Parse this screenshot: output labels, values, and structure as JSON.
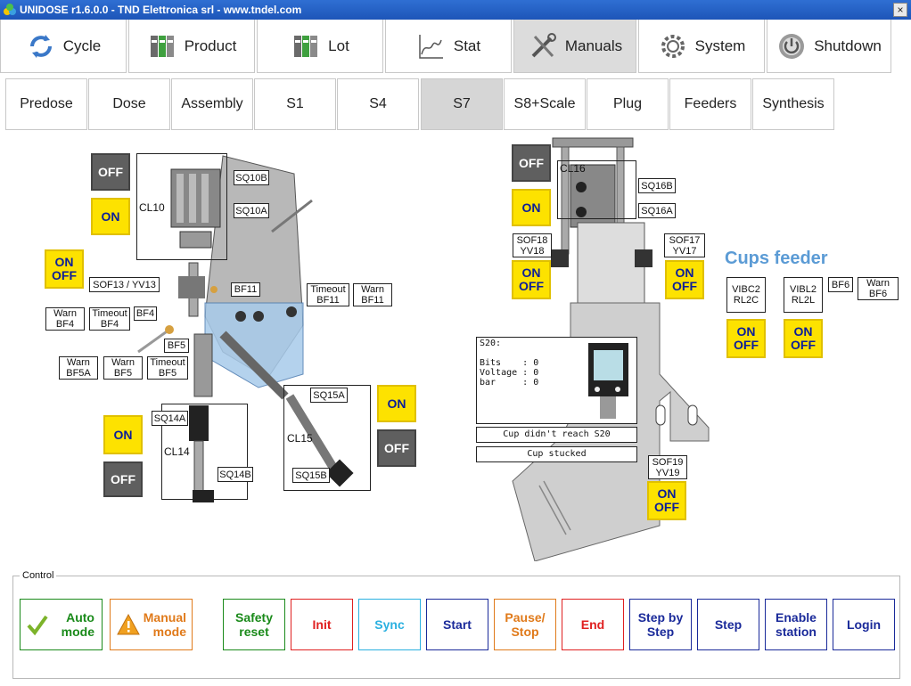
{
  "window": {
    "title": "UNIDOSE r1.6.0.0  -  TND Elettronica srl  -  www.tndel.com",
    "close_label": "×"
  },
  "main_nav": [
    {
      "label": "Cycle",
      "icon": "cycle-arrows-icon",
      "active": false
    },
    {
      "label": "Product",
      "icon": "product-binders-icon",
      "active": false
    },
    {
      "label": "Lot",
      "icon": "lot-binders-icon",
      "active": false
    },
    {
      "label": "Stat",
      "icon": "stat-chart-icon",
      "active": false
    },
    {
      "label": "Manuals",
      "icon": "manuals-tools-icon",
      "active": true
    },
    {
      "label": "System",
      "icon": "system-gear-icon",
      "active": false
    },
    {
      "label": "Shutdown",
      "icon": "shutdown-power-icon",
      "active": false
    }
  ],
  "sub_nav": [
    {
      "label": "Predose",
      "active": false
    },
    {
      "label": "Dose",
      "active": false
    },
    {
      "label": "Assembly",
      "active": false
    },
    {
      "label": "S1",
      "active": false
    },
    {
      "label": "S4",
      "active": false
    },
    {
      "label": "S7",
      "active": true
    },
    {
      "label": "S8+Scale",
      "active": false
    },
    {
      "label": "Plug",
      "active": false
    },
    {
      "label": "Feeders",
      "active": false
    },
    {
      "label": "Synthesis",
      "active": false
    }
  ],
  "left": {
    "cl10": {
      "label": "CL10",
      "off": "OFF",
      "on": "ON",
      "sq_b": "SQ10B",
      "sq_a": "SQ10A"
    },
    "sof13": {
      "label": "SOF13 / YV13",
      "on": "ON",
      "off": "OFF"
    },
    "bf11": {
      "label": "BF11",
      "timeout": "Timeout\nBF11",
      "warn": "Warn\nBF11"
    },
    "bf4": {
      "label": "BF4",
      "timeout": "Timeout\nBF4",
      "warn": "Warn\nBF4"
    },
    "bf5": {
      "label": "BF5",
      "timeout": "Timeout\nBF5",
      "warn": "Warn\nBF5",
      "warn_a": "Warn\nBF5A"
    },
    "cl14": {
      "label": "CL14",
      "on": "ON",
      "off": "OFF",
      "sq_a": "SQ14A",
      "sq_b": "SQ14B"
    },
    "cl15": {
      "label": "CL15",
      "on": "ON",
      "off": "OFF",
      "sq_a": "SQ15A",
      "sq_b": "SQ15B"
    }
  },
  "center": {
    "cl16": {
      "label": "CL16",
      "off": "OFF",
      "on": "ON",
      "sq_b": "SQ16B",
      "sq_a": "SQ16A"
    },
    "sof18": {
      "label": "SOF18\nYV18",
      "on": "ON",
      "off": "OFF"
    },
    "sof17": {
      "label": "SOF17\nYV17",
      "on": "ON",
      "off": "OFF"
    },
    "sof19": {
      "label": "SOF19\nYV19",
      "on": "ON",
      "off": "OFF"
    },
    "s20": {
      "title": "S20:",
      "rows": [
        "Bits    : 0",
        "Voltage : 0",
        "bar     : 0"
      ]
    },
    "msg_reach": "Cup didn't reach S20",
    "msg_stuck": "Cup stucked"
  },
  "cups": {
    "title": "Cups feeder",
    "vibc2": {
      "label": "VIBC2\nRL2C",
      "on": "ON",
      "off": "OFF"
    },
    "vibl2": {
      "label": "VIBL2\nRL2L",
      "on": "ON",
      "off": "OFF"
    },
    "bf6": "BF6",
    "warn_bf6": "Warn\nBF6"
  },
  "control": {
    "label": "Control",
    "buttons": [
      {
        "label": "Auto\nmode",
        "color": "#1a8a1a"
      },
      {
        "label": "Manual\nmode",
        "color": "#e07a1a"
      },
      {
        "label": "Safety\nreset",
        "color": "#1a8a1a"
      },
      {
        "label": "Init",
        "color": "#e02020"
      },
      {
        "label": "Sync",
        "color": "#2ab0e0"
      },
      {
        "label": "Start",
        "color": "#1a2a9a"
      },
      {
        "label": "Pause/\nStop",
        "color": "#e07a1a"
      },
      {
        "label": "End",
        "color": "#e02020"
      },
      {
        "label": "Step by\nStep",
        "color": "#1a2a9a"
      },
      {
        "label": "Step",
        "color": "#1a2a9a"
      },
      {
        "label": "Enable\nstation",
        "color": "#1a2a9a"
      },
      {
        "label": "Login",
        "color": "#1a2a9a"
      }
    ]
  }
}
